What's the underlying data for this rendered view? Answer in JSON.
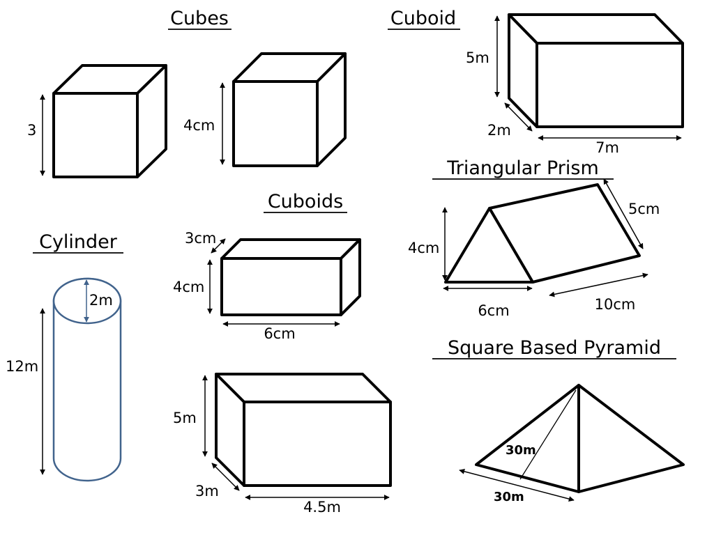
{
  "headings": {
    "cubes": "Cubes",
    "cuboid": "Cuboid",
    "cuboids": "Cuboids",
    "cylinder": "Cylinder",
    "triangular_prism": "Triangular Prism",
    "square_pyramid": "Square Based Pyramid"
  },
  "cube_small": {
    "side": "3"
  },
  "cube_large": {
    "side": "4cm"
  },
  "cuboid_top": {
    "height": "5m",
    "depth": "2m",
    "length": "7m"
  },
  "cuboid_mid": {
    "depth": "3cm",
    "height": "4cm",
    "length": "6cm"
  },
  "cuboid_low": {
    "height": "5m",
    "depth": "3m",
    "length": "4.5m"
  },
  "cylinder": {
    "radius": "2m",
    "height": "12m",
    "color": "#41638c"
  },
  "prism": {
    "height": "4cm",
    "base": "6cm",
    "slant": "5cm",
    "length": "10cm"
  },
  "pyramid": {
    "slant_height": "30m",
    "base": "30m"
  }
}
